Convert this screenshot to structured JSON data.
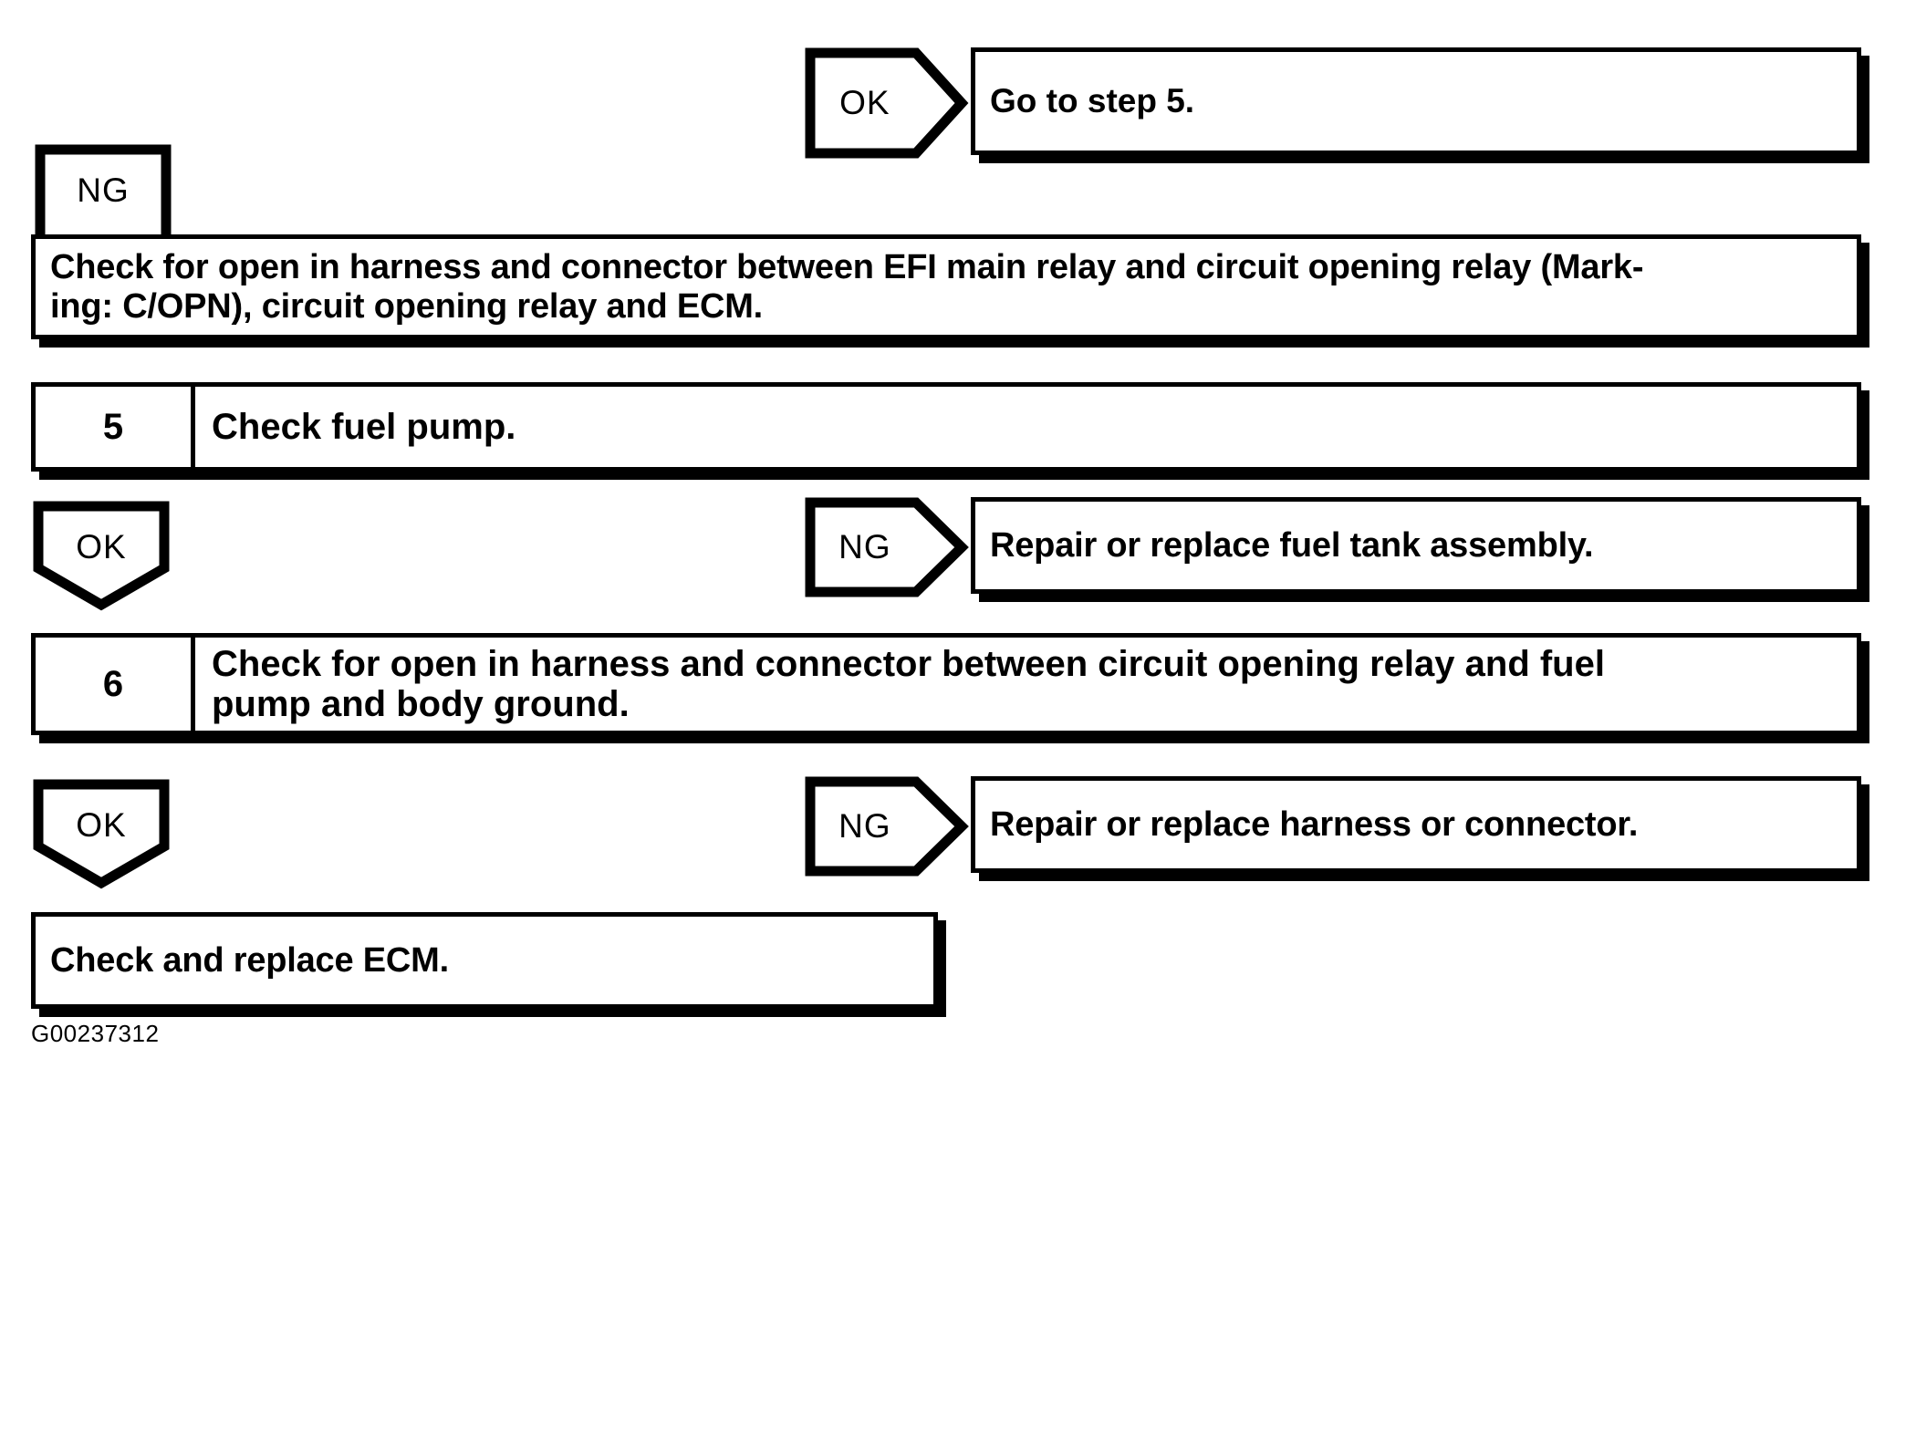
{
  "diagram": {
    "reference_code": "G00237312",
    "colors": {
      "ink": "#000000",
      "background": "#ffffff"
    },
    "nodes": {
      "ng_branch_top": {
        "label": "NG",
        "kind": "down-arrow"
      },
      "ok_branch_step4": {
        "label": "OK",
        "kind": "right-arrow",
        "result": "Go to step 5."
      },
      "check_open_harness_efi": {
        "kind": "action-box",
        "text": "Check for open in harness and connector between EFI main relay and circuit opening relay (Mark-\ning: C/OPN), circuit opening relay and ECM."
      },
      "step5": {
        "kind": "step-box",
        "number": "5",
        "text": "Check fuel pump."
      },
      "ok_branch_step5": {
        "label": "OK",
        "kind": "down-arrow"
      },
      "ng_branch_step5": {
        "label": "NG",
        "kind": "right-arrow",
        "result": "Repair or replace fuel tank assembly."
      },
      "step6": {
        "kind": "step-box",
        "number": "6",
        "text": "Check for open in harness and connector between circuit opening relay and fuel\npump and body ground."
      },
      "ok_branch_step6": {
        "label": "OK",
        "kind": "down-arrow"
      },
      "ng_branch_step6": {
        "label": "NG",
        "kind": "right-arrow",
        "result": "Repair or replace harness or connector."
      },
      "final_action": {
        "kind": "action-box",
        "text": "Check and replace ECM."
      }
    }
  }
}
